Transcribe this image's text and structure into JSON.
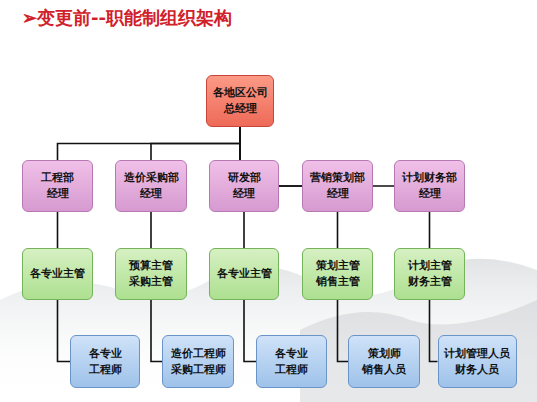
{
  "diagram": {
    "title": "➢变更前--职能制组织架构",
    "nodes": [
      {
        "text": [
          "各地区公司 总经理"
        ]
      },
      {
        "text": [
          "工程部 经理"
        ]
      },
      {
        "text": [
          "造价采购部 经理"
        ]
      },
      {
        "text": [
          "研发部 经理"
        ]
      },
      {
        "text": [
          "营销策划部 经理"
        ]
      },
      {
        "text": [
          "计划财务部 经理"
        ]
      },
      {
        "text": [
          "各专业主管"
        ]
      },
      {
        "text": [
          "预算主管 采购主管"
        ]
      },
      {
        "text": [
          "各专业主管"
        ]
      },
      {
        "text": [
          "策划主管 销售主管"
        ]
      },
      {
        "text": [
          "计划主管 财务主管"
        ]
      },
      {
        "text": [
          "各专业 工程师"
        ]
      },
      {
        "text": [
          "造价工程师 采购工程师"
        ]
      },
      {
        "text": [
          "各专业 工程师"
        ]
      },
      {
        "text": [
          "策划师 销售人员"
        ]
      },
      {
        "text": [
          "计划管理人员 财务人员"
        ]
      }
    ],
    "edges": [
      {
        "from": 0,
        "to": 1,
        "arrow": "none"
      },
      {
        "from": 0,
        "to": 2,
        "arrow": "none"
      },
      {
        "from": 0,
        "to": 3,
        "arrow": "none"
      },
      {
        "from": 0,
        "to": 4,
        "arrow": "none"
      },
      {
        "from": 0,
        "to": 5,
        "arrow": "none"
      },
      {
        "from": 1,
        "to": 6,
        "arrow": "none"
      },
      {
        "from": 2,
        "to": 7,
        "arrow": "none"
      },
      {
        "from": 3,
        "to": 8,
        "arrow": "none"
      },
      {
        "from": 4,
        "to": 9,
        "arrow": "none"
      },
      {
        "from": 5,
        "to": 10,
        "arrow": "none"
      },
      {
        "from": 6,
        "to": 11,
        "arrow": "none"
      },
      {
        "from": 7,
        "to": 12,
        "arrow": "none"
      },
      {
        "from": 8,
        "to": 13,
        "arrow": "none"
      },
      {
        "from": 9,
        "to": 14,
        "arrow": "none"
      },
      {
        "from": 10,
        "to": 15,
        "arrow": "none"
      }
    ]
  }
}
